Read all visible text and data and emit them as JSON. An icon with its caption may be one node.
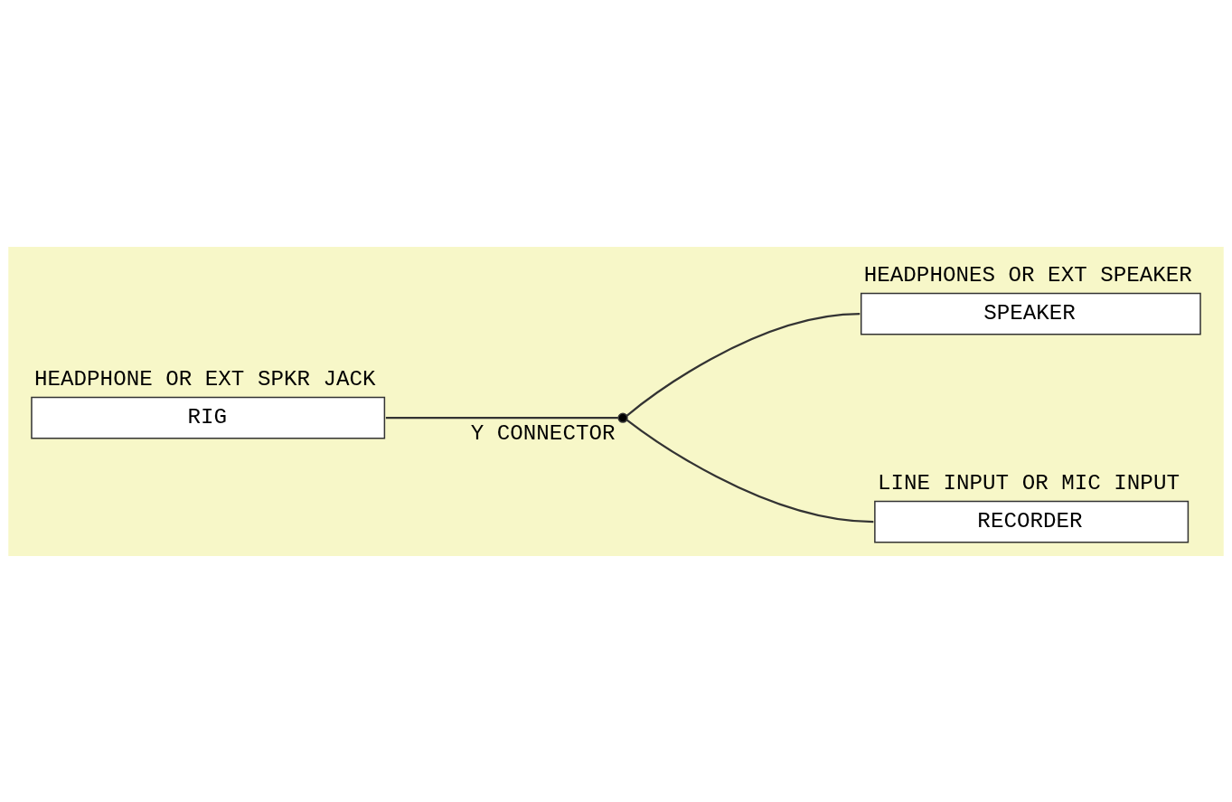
{
  "diagram": {
    "nodes": [
      {
        "text": [
          "RIG"
        ],
        "beside": [
          "HEADPHONE OR EXT SPKR JACK"
        ]
      },
      {
        "text": [],
        "shape": "circle",
        "beside": [
          "Y CONNECTOR"
        ]
      },
      {
        "text": [
          "SPEAKER"
        ],
        "beside": [
          "HEADPHONES OR EXT SPEAKER"
        ]
      },
      {
        "text": [
          "RECORDER"
        ],
        "beside": [
          "LINE INPUT OR MIC INPUT"
        ]
      }
    ],
    "edges": [
      {
        "from": 0,
        "to": 1,
        "arrow": "none"
      },
      {
        "from": 1,
        "to": 2,
        "arrow": "none"
      },
      {
        "from": 1,
        "to": 3,
        "arrow": "none"
      }
    ]
  }
}
